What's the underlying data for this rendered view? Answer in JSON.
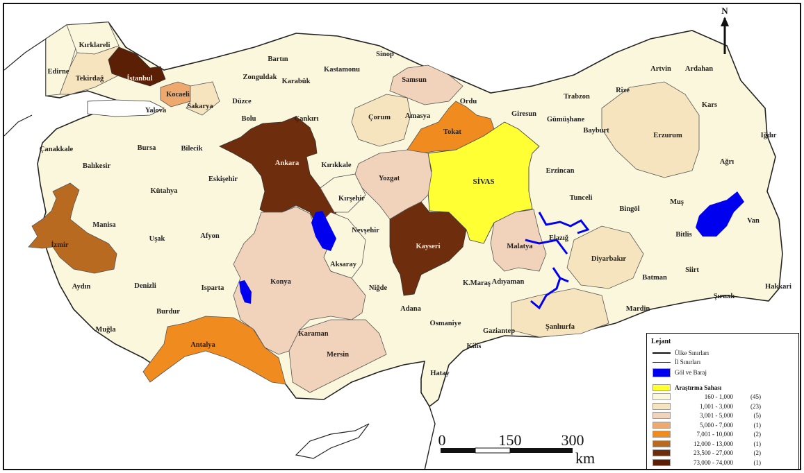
{
  "north_label": "N",
  "scale": {
    "ticks": [
      "0",
      "150",
      "300"
    ],
    "unit": "km"
  },
  "legend": {
    "title": "Lejant",
    "country_border": "Ülke Sınırları",
    "province_border": "İl Sınırları",
    "lake": "Göl ve Baraj",
    "study_area": "Araştırma Sahası",
    "classes": [
      {
        "range": "160 -  1,000",
        "count": "(45)",
        "color": "#fbf7dc"
      },
      {
        "range": "1,001 -  3,000",
        "count": "(23)",
        "color": "#f6e4bf"
      },
      {
        "range": "3,001 -  5,000",
        "count": "(5)",
        "color": "#f1d2bb"
      },
      {
        "range": "5,000 -  7,000",
        "count": "(1)",
        "color": "#eeaa6e"
      },
      {
        "range": "7,001 - 10,000",
        "count": "(2)",
        "color": "#f08b1f"
      },
      {
        "range": "12,000 - 13,000",
        "count": "(1)",
        "color": "#b86a21"
      },
      {
        "range": "23,500 - 27,000",
        "count": "(2)",
        "color": "#6e2d0d"
      },
      {
        "range": "73,000 - 74,000",
        "count": "(1)",
        "color": "#5a1f05"
      }
    ],
    "colors": {
      "country_line": "#111111",
      "province_line": "#555555",
      "lake": "#0000ee",
      "study_area": "#ffff33"
    }
  },
  "provinces": {
    "kirklareli": "Kırklareli",
    "edirne": "Edirne",
    "tekirdag": "Tekirdağ",
    "istanbul": "İstanbul",
    "kocaeli": "Kocaeli",
    "yalova": "Yalova",
    "sakarya": "Sakarya",
    "bartin": "Bartın",
    "zonguldak": "Zonguldak",
    "karabuk": "Karabük",
    "kastamonu": "Kastamonu",
    "sinop": "Sinop",
    "samsun": "Samsun",
    "duzce": "Düzce",
    "bolu": "Bolu",
    "cankiri": "Çankırı",
    "corum": "Çorum",
    "amasya": "Amasya",
    "ordu": "Ordu",
    "giresun": "Giresun",
    "trabzon": "Trabzon",
    "rize": "Rize",
    "artvin": "Artvin",
    "ardahan": "Ardahan",
    "kars": "Kars",
    "igdir": "Iğdır",
    "agri": "Ağrı",
    "erzurum": "Erzurum",
    "bayburt": "Bayburt",
    "gumushane": "Gümüşhane",
    "tokat": "Tokat",
    "sivas": "SİVAS",
    "erzincan": "Erzincan",
    "tunceli": "Tunceli",
    "bingol": "Bingöl",
    "mus": "Muş",
    "van": "Van",
    "bitlis": "Bitlis",
    "siirt": "Siirt",
    "batman": "Batman",
    "sirnak": "Şırnak",
    "hakkari": "Hakkari",
    "mardin": "Mardin",
    "diyarbakir": "Diyarbakır",
    "elazig": "Elazığ",
    "malatya": "Malatya",
    "adiyaman": "Adıyaman",
    "sanliurfa": "Şanlıurfa",
    "gaziantep": "Gaziantep",
    "kilis": "Kilis",
    "osmaniye": "Osmaniye",
    "kmaras": "K.Maraş",
    "adana": "Adana",
    "hatay": "Hatay",
    "mersin": "Mersin",
    "karaman": "Karaman",
    "nigde": "Niğde",
    "kayseri": "Kayseri",
    "nevsehir": "Nevşehir",
    "aksaray": "Aksaray",
    "kirsehir": "Kırşehir",
    "yozgat": "Yozgat",
    "kirikkale": "Kırıkkale",
    "ankara": "Ankara",
    "canakkale": "Çanakkale",
    "balikesir": "Balıkesir",
    "bursa": "Bursa",
    "bilecik": "Bilecik",
    "eskisehir": "Eskişehir",
    "kutahya": "Kütahya",
    "manisa": "Manisa",
    "izmir": "İzmir",
    "usak": "Uşak",
    "afyon": "Afyon",
    "aydin": "Aydın",
    "denizli": "Denizli",
    "mugla": "Muğla",
    "burdur": "Burdur",
    "isparta": "Isparta",
    "antalya": "Antalya",
    "konya": "Konya"
  }
}
